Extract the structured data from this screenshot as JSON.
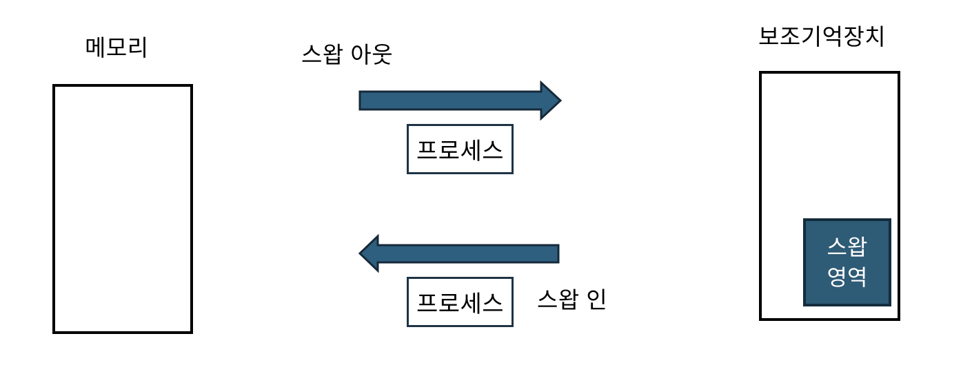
{
  "diagram": {
    "memory": {
      "title": "메모리"
    },
    "secondary_storage": {
      "title": "보조기억장치",
      "swap_area": {
        "line1": "스왑",
        "line2": "영역"
      }
    },
    "swap_out": {
      "label": "스왑 아웃",
      "process": "프로세스"
    },
    "swap_in": {
      "label": "스왑 인",
      "process": "프로세스"
    },
    "colors": {
      "arrow_fill": "#2E5F7E",
      "arrow_stroke": "#16293A",
      "process_box_border": "#1E3344",
      "swap_area_fill": "#2E5B76",
      "swap_area_border": "#142C3C",
      "container_border": "#000000",
      "text": "#000000",
      "swap_area_text": "#ffffff",
      "background": "#ffffff"
    }
  }
}
